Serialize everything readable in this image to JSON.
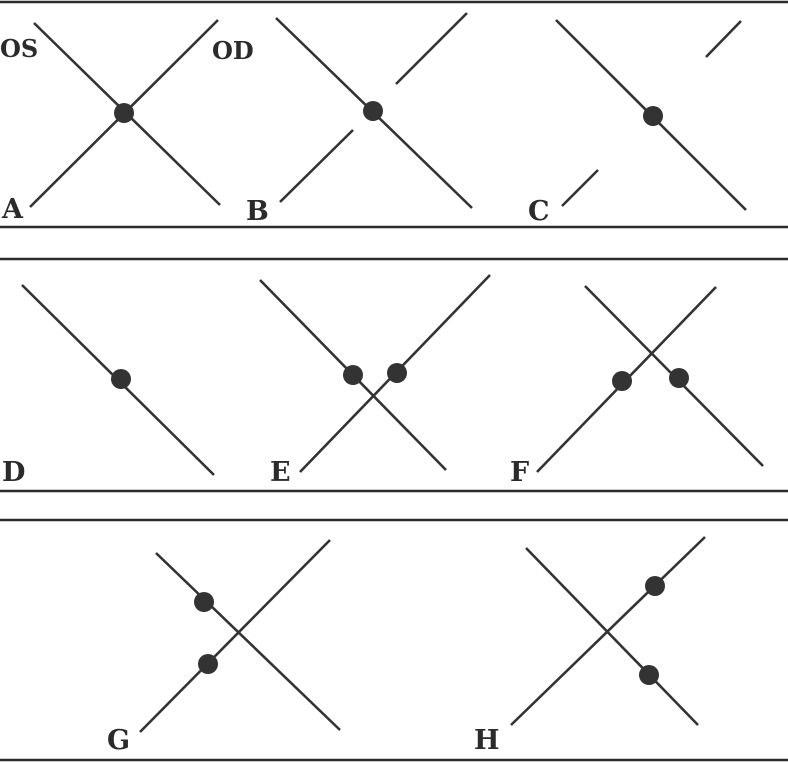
{
  "eye_labels": {
    "left": "OS",
    "right": "OD"
  },
  "colors": {
    "ink": "#333333",
    "background": "#ffffff"
  },
  "panels": [
    {
      "id": "A",
      "label": "A"
    },
    {
      "id": "B",
      "label": "B"
    },
    {
      "id": "C",
      "label": "C"
    },
    {
      "id": "D",
      "label": "D"
    },
    {
      "id": "E",
      "label": "E"
    },
    {
      "id": "F",
      "label": "F"
    },
    {
      "id": "G",
      "label": "G"
    },
    {
      "id": "H",
      "label": "H"
    }
  ]
}
